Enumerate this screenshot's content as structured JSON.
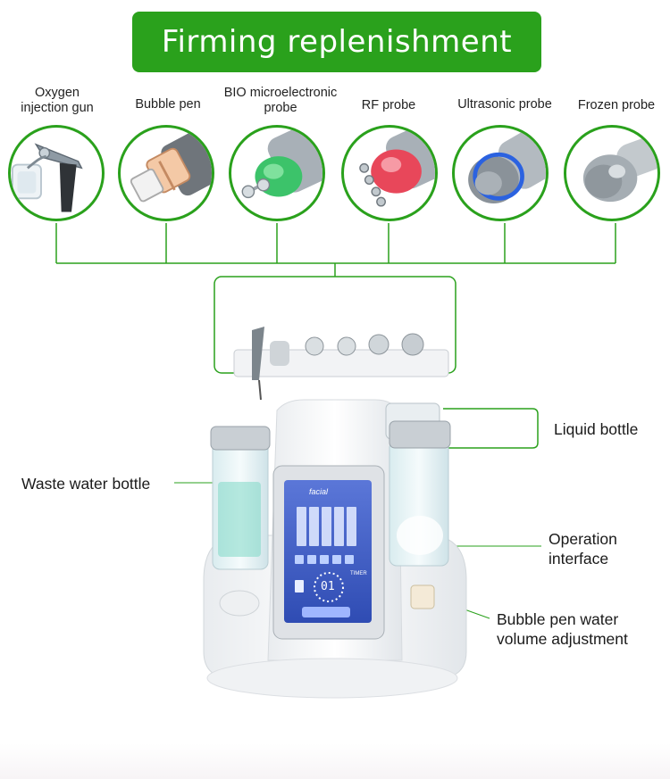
{
  "header": {
    "title": "Firming replenishment"
  },
  "probes": [
    {
      "label": "Oxygen\ninjection gun",
      "icon": "oxygen-gun-icon"
    },
    {
      "label": "Bubble pen",
      "icon": "bubble-pen-icon"
    },
    {
      "label": "BIO microelectronic\nprobe",
      "icon": "bio-probe-icon"
    },
    {
      "label": "RF probe",
      "icon": "rf-probe-icon"
    },
    {
      "label": "Ultrasonic probe",
      "icon": "ultrasonic-probe-icon"
    },
    {
      "label": "Frozen probe",
      "icon": "frozen-probe-icon"
    }
  ],
  "callouts": {
    "liquid_bottle": "Liquid bottle",
    "waste_water_bottle": "Waste water bottle",
    "operation_interface_line1": "Operation",
    "operation_interface_line2": "interface",
    "bubble_pen_line1": "Bubble pen water",
    "bubble_pen_line2": "volume adjustment"
  },
  "screen": {
    "brand": "facial",
    "timer_label": "TIMER",
    "timer_value": "01"
  },
  "colors": {
    "accent_green": "#2aa11c",
    "rf_red": "#e8475a",
    "bio_green": "#3cc36a",
    "ultrasonic_blue": "#2b62e0",
    "screen_blue": "#3b5fc7"
  }
}
